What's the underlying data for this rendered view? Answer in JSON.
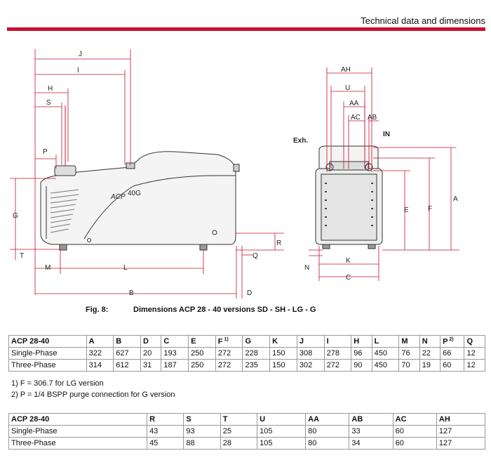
{
  "header": {
    "title": "Technical data and dimensions"
  },
  "drawing": {
    "product_label": "ACP",
    "product_sub": "40G",
    "side_labels": [
      "J",
      "I",
      "H",
      "S",
      "P",
      "G",
      "T",
      "M",
      "L",
      "B",
      "D",
      "R",
      "Q"
    ],
    "front_labels": [
      "AH",
      "U",
      "AA",
      "AC",
      "AB",
      "IN",
      "Exh.",
      "A",
      "F",
      "E",
      "N",
      "K",
      "C"
    ]
  },
  "figure": {
    "number": "Fig. 8:",
    "caption": "Dimensions ACP 28 - 40 versions SD - SH - LG - G"
  },
  "table1": {
    "headers": [
      "ACP 28-40",
      "A",
      "B",
      "D",
      "C",
      "E",
      "F",
      "G",
      "K",
      "J",
      "I",
      "H",
      "L",
      "M",
      "N",
      "P",
      "Q"
    ],
    "header_sups": {
      "F": "1)",
      "P": "2)"
    },
    "rows": [
      [
        "Single-Phase",
        "322",
        "627",
        "20",
        "193",
        "250",
        "272",
        "228",
        "150",
        "308",
        "278",
        "96",
        "450",
        "76",
        "22",
        "66",
        "12"
      ],
      [
        "Three-Phase",
        "314",
        "612",
        "31",
        "187",
        "250",
        "272",
        "235",
        "150",
        "302",
        "272",
        "90",
        "450",
        "70",
        "19",
        "60",
        "12"
      ]
    ]
  },
  "notes": [
    "1) F = 306.7 for LG version",
    "2) P = 1/4 BSPP purge connection for G version"
  ],
  "table2": {
    "headers": [
      "ACP 28-40",
      "R",
      "S",
      "T",
      "U",
      "AA",
      "AB",
      "AC",
      "AH"
    ],
    "rows": [
      [
        "Single-Phase",
        "43",
        "93",
        "25",
        "105",
        "80",
        "33",
        "60",
        "127"
      ],
      [
        "Three-Phase",
        "45",
        "88",
        "28",
        "105",
        "80",
        "34",
        "60",
        "127"
      ]
    ]
  }
}
